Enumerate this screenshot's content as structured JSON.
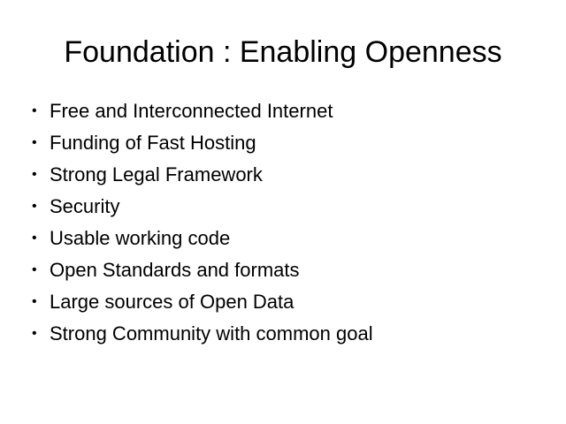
{
  "slide": {
    "title": "Foundation : Enabling Openness",
    "bullet_symbol": "•",
    "bullets": [
      "Free and Interconnected Internet",
      "Funding of Fast Hosting",
      "Strong Legal Framework",
      "Security",
      "Usable working code",
      "Open Standards and formats",
      "Large sources of Open Data",
      "Strong Community with common goal"
    ]
  }
}
